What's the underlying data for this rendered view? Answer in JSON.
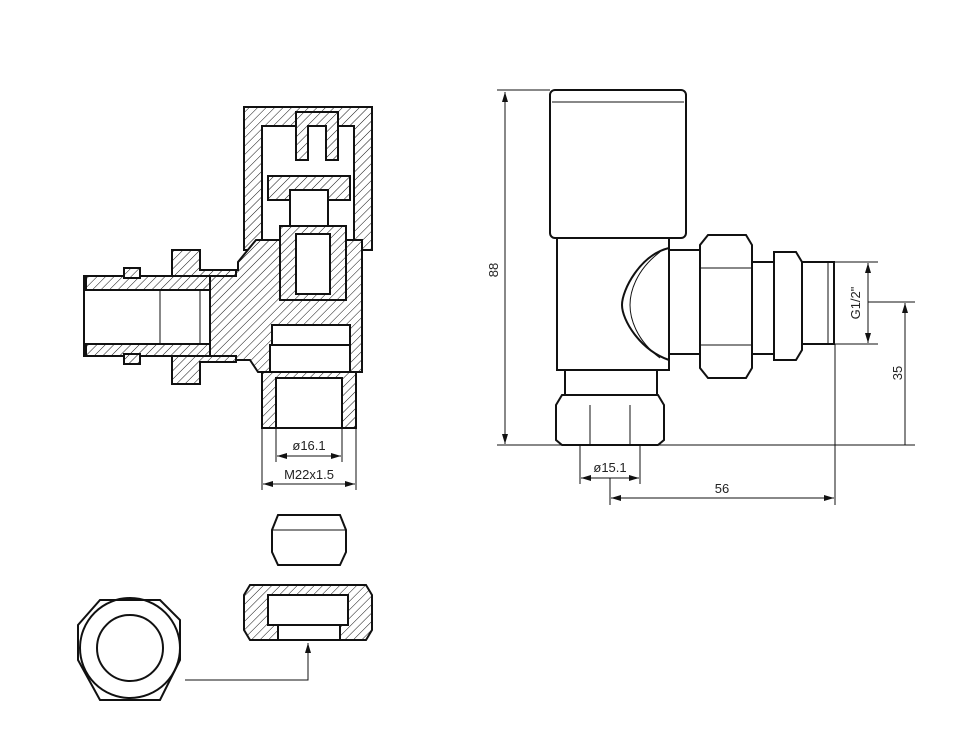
{
  "title": "Angled radiator valve technical drawing",
  "section_view": {
    "dims": {
      "inner_diameter": "ø16.1",
      "thread": "M22x1.5"
    }
  },
  "side_view": {
    "dims": {
      "height": "88",
      "connection_thread": "G1/2\"",
      "axis_height": "35",
      "outlet_diameter": "ø15.1",
      "length": "56"
    }
  },
  "exploded_parts": [
    "olive",
    "compression-nut",
    "nut-end-view"
  ]
}
